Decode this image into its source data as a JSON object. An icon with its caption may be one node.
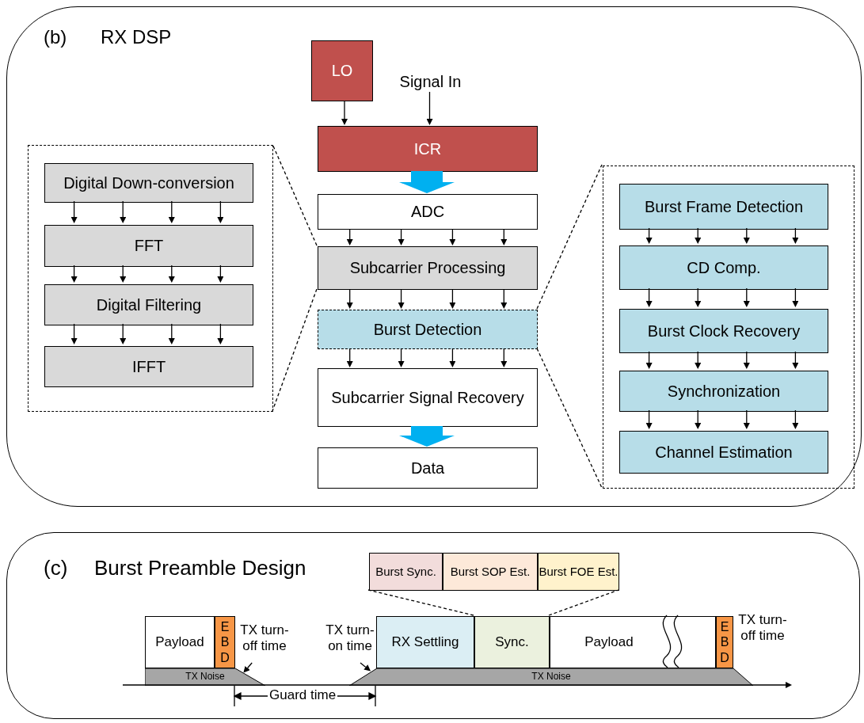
{
  "diagram": {
    "nodes": [
      {
        "text": [
          "(b)",
          "RX DSP"
        ]
      },
      {
        "text": [
          "LO"
        ],
        "in": 0
      },
      {
        "text": [
          "Signal In"
        ],
        "in": 0
      },
      {
        "text": [
          "ICR"
        ],
        "in": 0
      },
      {
        "text": [
          "ADC"
        ],
        "in": 0
      },
      {
        "text": [
          "Subcarrier Processing"
        ],
        "in": 0
      },
      {
        "text": [
          "Burst Detection"
        ],
        "in": 0
      },
      {
        "text": [
          "Subcarrier Signal Recovery"
        ],
        "in": 0
      },
      {
        "text": [
          "Data"
        ],
        "in": 0
      },
      {
        "text": [],
        "shape": "box",
        "in": 0
      },
      {
        "text": [
          "Digital Down-conversion"
        ],
        "in": 9
      },
      {
        "text": [
          "FFT"
        ],
        "in": 9
      },
      {
        "text": [
          "Digital Filtering"
        ],
        "in": 9
      },
      {
        "text": [
          "IFFT"
        ],
        "in": 9
      },
      {
        "text": [],
        "shape": "box",
        "in": 0
      },
      {
        "text": [
          "Burst Frame Detection"
        ],
        "in": 14
      },
      {
        "text": [
          "CD Comp."
        ],
        "in": 14
      },
      {
        "text": [
          "Burst Clock Recovery"
        ],
        "in": 14
      },
      {
        "text": [
          "Synchronization"
        ],
        "in": 14
      },
      {
        "text": [
          "Channel Estimation"
        ],
        "in": 14
      },
      {
        "text": [
          "(c)",
          "Burst Preamble Design"
        ]
      },
      {
        "text": [
          "Burst Sync."
        ],
        "in": 20
      },
      {
        "text": [
          "Burst SOP Est."
        ],
        "in": 20
      },
      {
        "text": [
          "Burst FOE Est."
        ],
        "in": 20
      },
      {
        "text": [
          "Payload"
        ],
        "in": 20
      },
      {
        "text": [
          "E B D"
        ],
        "in": 20
      },
      {
        "text": [
          "TX Noise"
        ],
        "in": 20
      },
      {
        "text": [
          "RX Settling"
        ],
        "in": 20
      },
      {
        "text": [
          "Sync."
        ],
        "in": 20
      },
      {
        "text": [
          "Payload"
        ],
        "in": 20
      },
      {
        "text": [
          "E B D"
        ],
        "in": 20
      },
      {
        "text": [
          "TX Noise"
        ],
        "in": 20
      },
      {
        "text": [
          "TX turn-off time"
        ],
        "in": 20
      },
      {
        "text": [
          "TX turn-on time"
        ],
        "in": 20
      }
    ],
    "edges": [
      {
        "from": 1,
        "to": 3,
        "arrow": "to"
      },
      {
        "from": 2,
        "to": 3,
        "arrow": "to"
      },
      {
        "from": 3,
        "to": 4,
        "arrow": "to",
        "style": "thick",
        "color": "#00b0f0"
      },
      {
        "from": 4,
        "to": 5,
        "arrow": "to"
      },
      {
        "from": 4,
        "to": 5,
        "arrow": "to"
      },
      {
        "from": 4,
        "to": 5,
        "arrow": "to"
      },
      {
        "from": 4,
        "to": 5,
        "arrow": "to"
      },
      {
        "from": 5,
        "to": 6,
        "arrow": "to"
      },
      {
        "from": 5,
        "to": 6,
        "arrow": "to"
      },
      {
        "from": 5,
        "to": 6,
        "arrow": "to"
      },
      {
        "from": 5,
        "to": 6,
        "arrow": "to"
      },
      {
        "from": 6,
        "to": 7,
        "arrow": "to"
      },
      {
        "from": 6,
        "to": 7,
        "arrow": "to"
      },
      {
        "from": 6,
        "to": 7,
        "arrow": "to"
      },
      {
        "from": 6,
        "to": 7,
        "arrow": "to"
      },
      {
        "from": 7,
        "to": 8,
        "arrow": "to",
        "style": "thick",
        "color": "#00b0f0"
      },
      {
        "from": 5,
        "to": 9,
        "arrow": "none",
        "style": "dashed"
      },
      {
        "from": 5,
        "to": 9,
        "arrow": "none",
        "style": "dashed"
      },
      {
        "from": 6,
        "to": 14,
        "arrow": "none",
        "style": "dashed"
      },
      {
        "from": 6,
        "to": 14,
        "arrow": "none",
        "style": "dashed"
      },
      {
        "from": 10,
        "to": 11,
        "arrow": "to"
      },
      {
        "from": 10,
        "to": 11,
        "arrow": "to"
      },
      {
        "from": 10,
        "to": 11,
        "arrow": "to"
      },
      {
        "from": 10,
        "to": 11,
        "arrow": "to"
      },
      {
        "from": 11,
        "to": 12,
        "arrow": "to"
      },
      {
        "from": 11,
        "to": 12,
        "arrow": "to"
      },
      {
        "from": 11,
        "to": 12,
        "arrow": "to"
      },
      {
        "from": 11,
        "to": 12,
        "arrow": "to"
      },
      {
        "from": 12,
        "to": 13,
        "arrow": "to"
      },
      {
        "from": 12,
        "to": 13,
        "arrow": "to"
      },
      {
        "from": 12,
        "to": 13,
        "arrow": "to"
      },
      {
        "from": 12,
        "to": 13,
        "arrow": "to"
      },
      {
        "from": 15,
        "to": 16,
        "arrow": "to"
      },
      {
        "from": 15,
        "to": 16,
        "arrow": "to"
      },
      {
        "from": 15,
        "to": 16,
        "arrow": "to"
      },
      {
        "from": 15,
        "to": 16,
        "arrow": "to"
      },
      {
        "from": 16,
        "to": 17,
        "arrow": "to"
      },
      {
        "from": 16,
        "to": 17,
        "arrow": "to"
      },
      {
        "from": 16,
        "to": 17,
        "arrow": "to"
      },
      {
        "from": 16,
        "to": 17,
        "arrow": "to"
      },
      {
        "from": 17,
        "to": 18,
        "arrow": "to"
      },
      {
        "from": 17,
        "to": 18,
        "arrow": "to"
      },
      {
        "from": 17,
        "to": 18,
        "arrow": "to"
      },
      {
        "from": 17,
        "to": 18,
        "arrow": "to"
      },
      {
        "from": 18,
        "to": 19,
        "arrow": "to"
      },
      {
        "from": 18,
        "to": 19,
        "arrow": "to"
      },
      {
        "from": 18,
        "to": 19,
        "arrow": "to"
      },
      {
        "from": 18,
        "to": 19,
        "arrow": "to"
      },
      {
        "from": 28,
        "to": 21,
        "arrow": "none",
        "style": "dashed"
      },
      {
        "from": 28,
        "to": 23,
        "arrow": "none",
        "style": "dashed"
      },
      {
        "from": 32,
        "to": 26,
        "arrow": "to"
      },
      {
        "from": 33,
        "to": 31,
        "arrow": "to"
      }
    ],
    "labels": [
      "TX turn-off time",
      "Guard time"
    ]
  }
}
